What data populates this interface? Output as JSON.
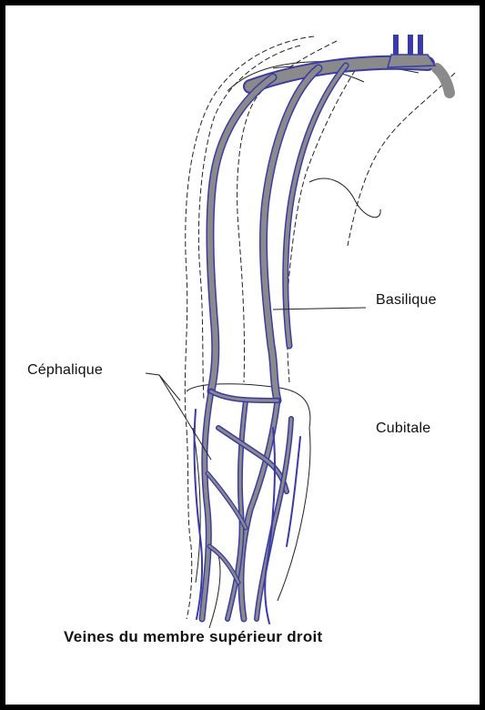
{
  "labels": {
    "basilique": "Basilique",
    "cephalique": "Céphalique",
    "cubitale": "Cubitale"
  },
  "caption": "Veines du membre supérieur droit",
  "colors": {
    "frame": "#000000",
    "vein_fill": "#8a8a8a",
    "vein_outline": "#3a3aa8",
    "outline": "#222222"
  }
}
